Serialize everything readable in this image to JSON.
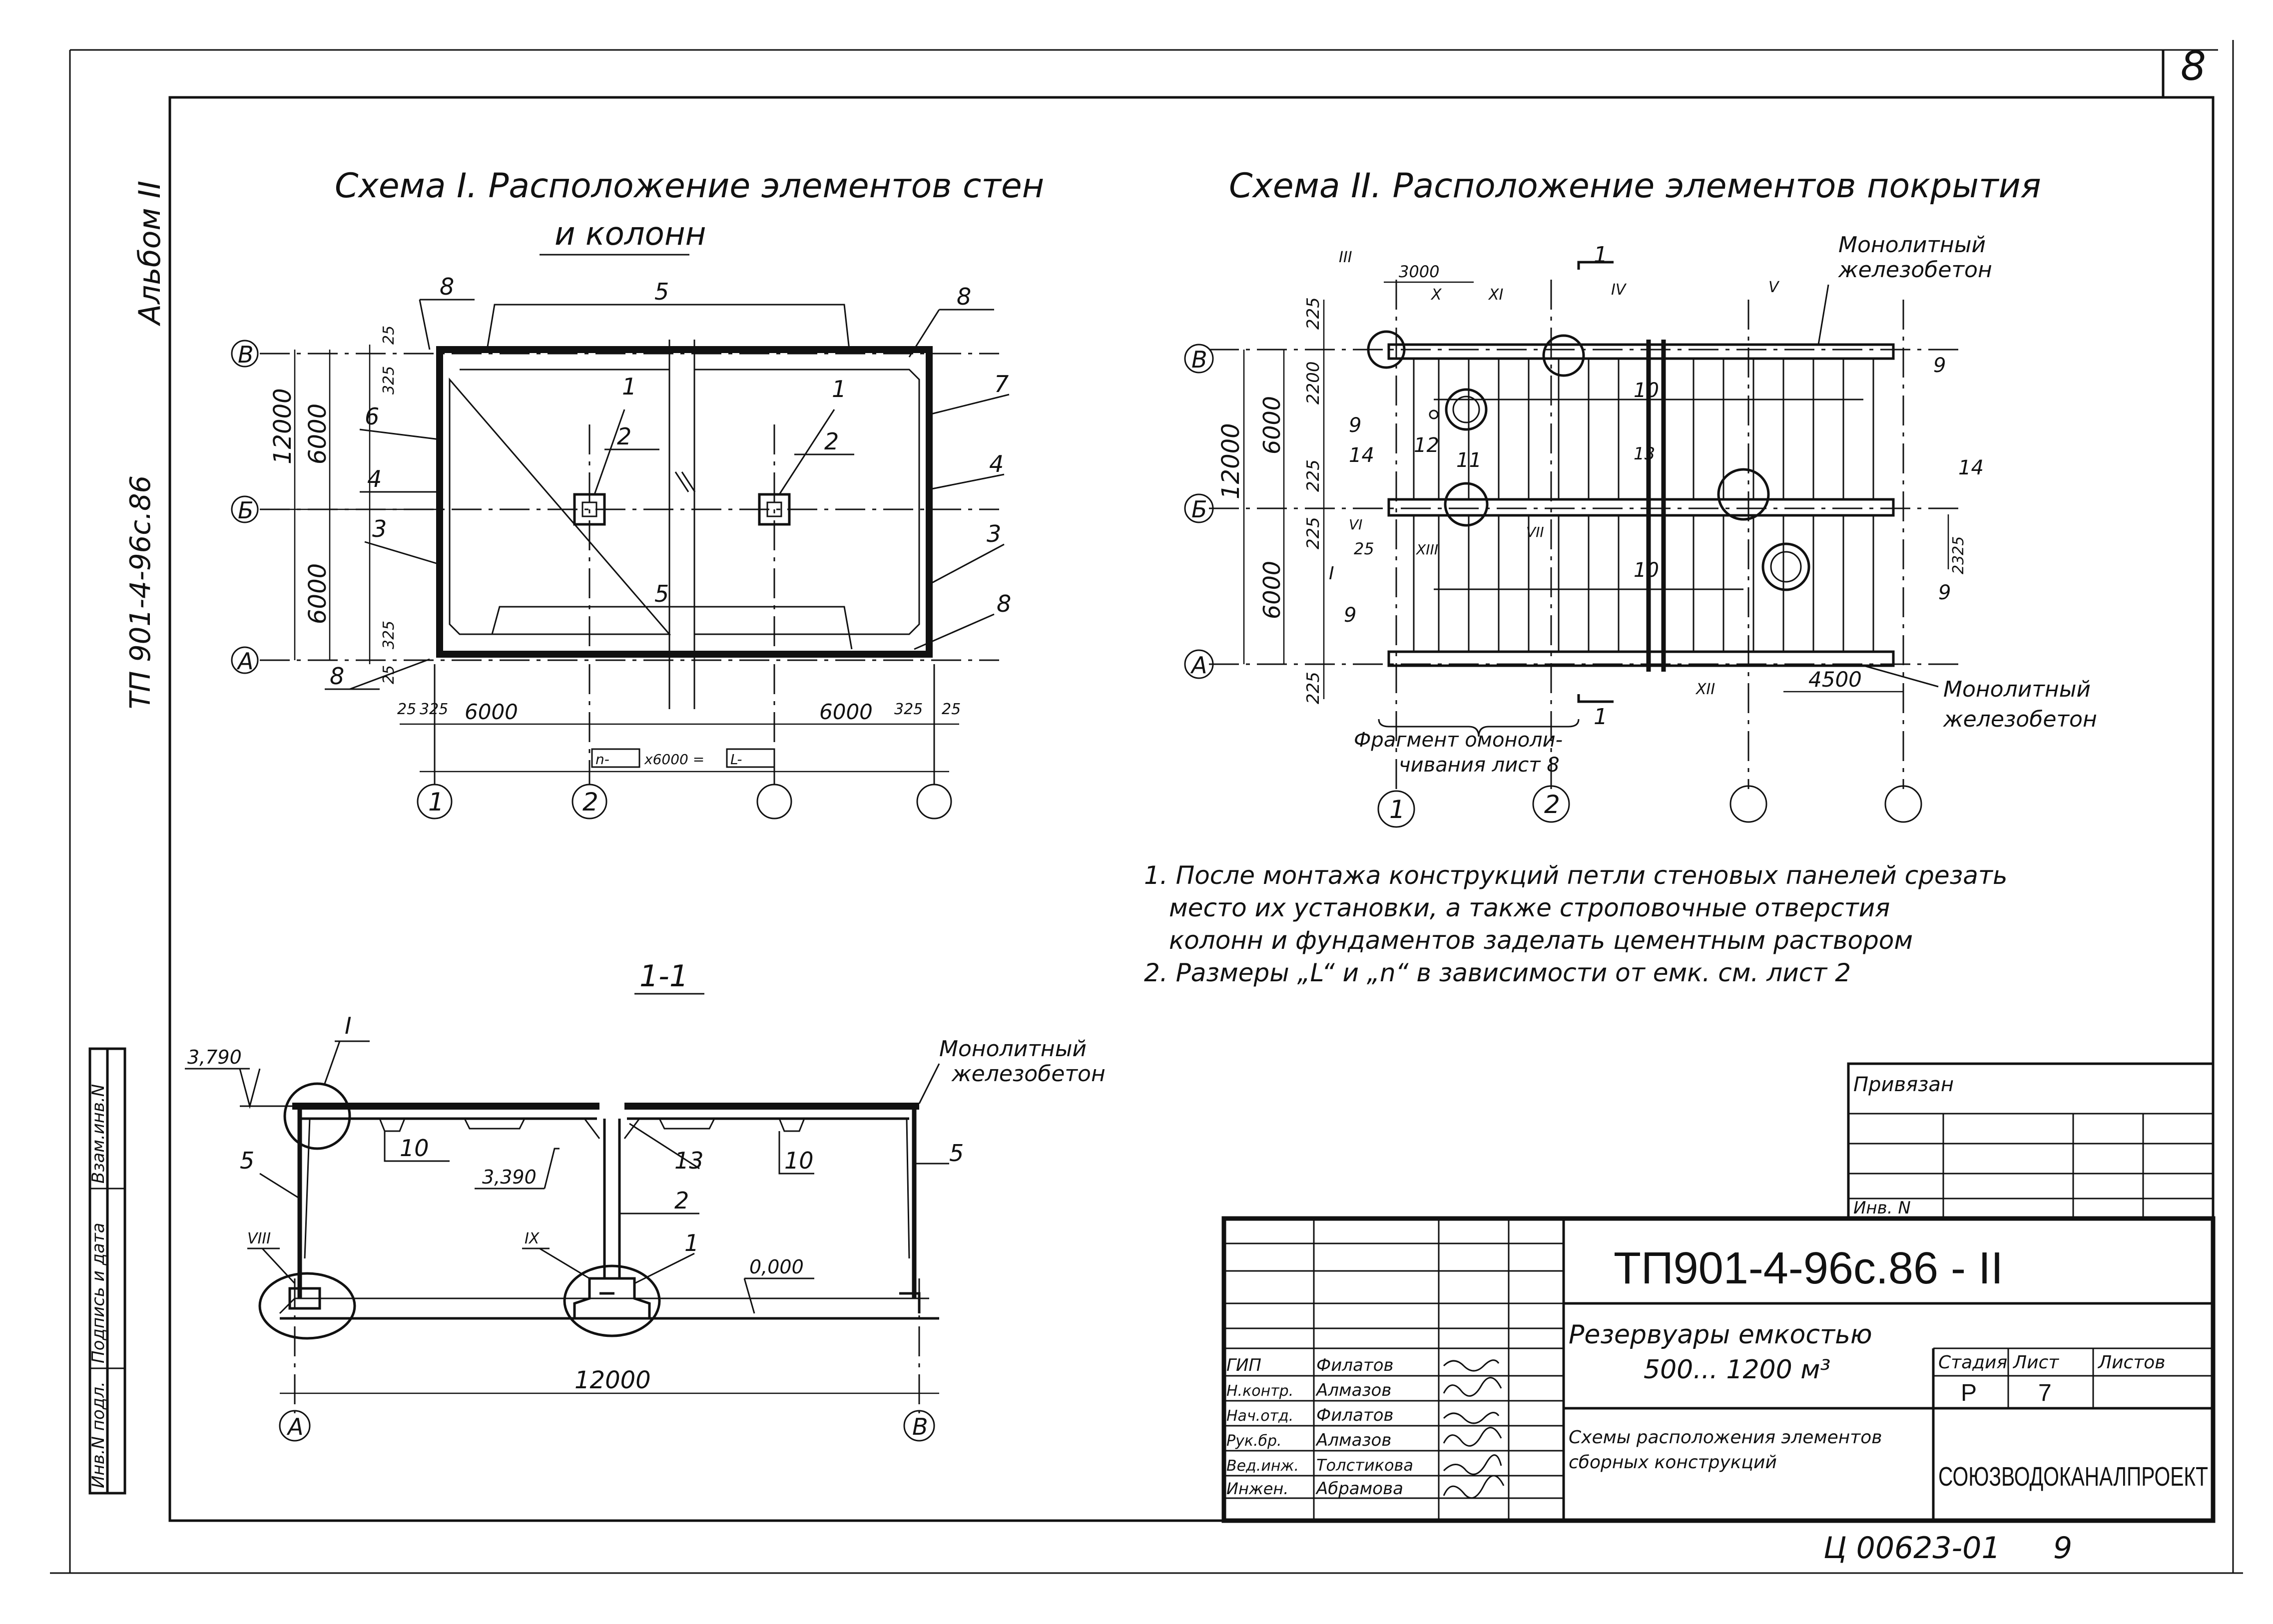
{
  "sheet_number": "8",
  "album_side_label": "Альбом II",
  "project_side_label": "ТП 901-4-96с.86",
  "scheme1": {
    "title_line1": "Схема I. Расположение элементов стен",
    "title_line2": "и колонн",
    "axis_B": "В",
    "axis_Bb": "Б",
    "axis_A": "А",
    "axis_1": "1",
    "axis_2": "2",
    "dim_12000": "12000",
    "dim_6000_top": "6000",
    "dim_6000_bot": "6000",
    "dim_25_top": "25",
    "dim_325_top": "325",
    "dim_325_bot": "325",
    "dim_25_bot": "25",
    "dim_bottom_25_left": "25",
    "dim_bottom_325_left": "325",
    "dim_bottom_6000_left": "6000",
    "dim_bottom_6000_right": "6000",
    "dim_bottom_325_right": "325",
    "dim_bottom_25_right": "25",
    "formula_n": "n-",
    "formula_mid": "x6000 =",
    "formula_L": "L-",
    "marks": [
      "8",
      "5",
      "8",
      "7",
      "6",
      "4",
      "3",
      "1",
      "2",
      "1",
      "2",
      "4",
      "3",
      "5",
      "8",
      "8"
    ]
  },
  "scheme2": {
    "title": "Схема II. Расположение элементов покрытия",
    "monolith_top_1": "Монолитный",
    "monolith_top_2": "железобетон",
    "monolith_bot_1": "Монолитный",
    "monolith_bot_2": "железобетон",
    "fragment_1": "Фрагмент омоноли-",
    "fragment_2": "чивания лист 8",
    "axis_B": "В",
    "axis_Bb": "Б",
    "axis_A": "А",
    "axis_1": "1",
    "axis_2": "2",
    "dim_3000": "3000",
    "dim_12000": "12000",
    "dim_6000_top": "6000",
    "dim_6000_bot": "6000",
    "dim_225_a": "225",
    "dim_2200": "2200",
    "dim_225_b": "225",
    "dim_225_c": "225",
    "dim_25": "25",
    "dim_225_d": "225",
    "dim_2325": "2325",
    "dim_4500": "4500",
    "romans": [
      "III",
      "X",
      "XI",
      "IV",
      "V",
      "VI",
      "XIII",
      "VII",
      "I",
      "XII"
    ],
    "marks": [
      "9",
      "10",
      "9",
      "12",
      "11",
      "14",
      "13",
      "14",
      "10",
      "9",
      "9",
      "1",
      "1"
    ]
  },
  "notes": {
    "line1": "1. После монтажа конструкций петли стеновых панелей срезать",
    "line2": "место их установки, а также строповочные отверстия",
    "line3": "колонн и фундаментов заделать цементным раствором",
    "line4": "2. Размеры „L“ и „n“ в зависимости от емк. см. лист 2"
  },
  "section": {
    "title": "1-1",
    "mark_I": "I",
    "elev_top": "3,790",
    "elev_mid": "3,390",
    "elev_zero": "0,000",
    "monolith_1": "Монолитный",
    "monolith_2": "железобетон",
    "dim_12000": "12000",
    "axis_A": "А",
    "axis_B": "В",
    "roman_VIII": "VIII",
    "roman_IX": "IX",
    "marks": [
      "5",
      "10",
      "13",
      "10",
      "5",
      "2",
      "1"
    ]
  },
  "left_strip": {
    "cells": [
      "Инв.N подл.",
      "Подпись и дата",
      "Взам.инв.N"
    ]
  },
  "binding": {
    "label": "Привязан",
    "inv_label": "Инв. N"
  },
  "title_block": {
    "code": "ТП901-4-96с.86 - II",
    "object_1": "Резервуары емкостью",
    "object_2": "500... 1200 м³",
    "sheet_1": "Схемы расположения элементов",
    "sheet_2": "сборных конструкций",
    "stage_label": "Стадия",
    "sheet_label": "Лист",
    "sheets_label": "Листов",
    "stage_value": "Р",
    "sheet_value": "7",
    "org": "СОЮЗВОДОКАНАЛПРОЕКТ",
    "people": [
      {
        "role": "ГИП",
        "name": "Филатов"
      },
      {
        "role": "Н.контр.",
        "name": "Алмазов"
      },
      {
        "role": "Нач.отд.",
        "name": "Филатов"
      },
      {
        "role": "Рук.бр.",
        "name": "Алмазов"
      },
      {
        "role": "Вед.инж.",
        "name": "Толстикова"
      },
      {
        "role": "Инжен.",
        "name": "Абрамова"
      }
    ]
  },
  "footer_code": "Ц 00623-01",
  "footer_page": "9"
}
